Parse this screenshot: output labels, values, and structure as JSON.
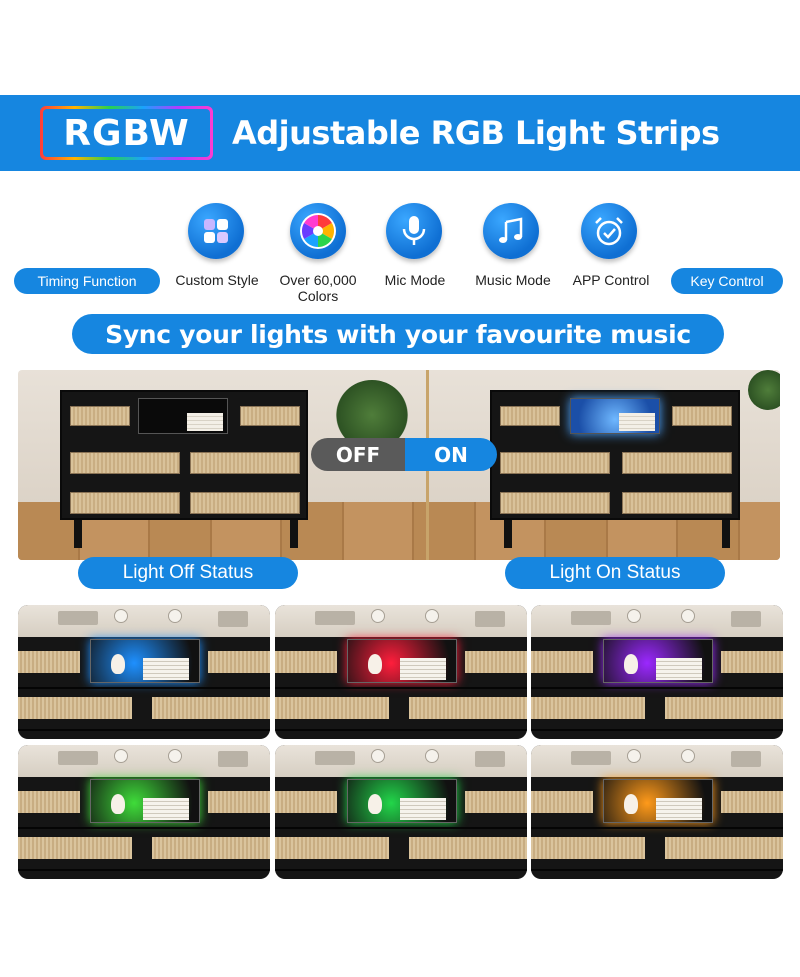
{
  "header": {
    "badge": "RGBW",
    "title": "Adjustable RGB Light Strips"
  },
  "features": [
    {
      "label": "Timing Function",
      "style": "pill"
    },
    {
      "label": "Custom Style",
      "icon": "palette-grid-icon"
    },
    {
      "label": "Over 60,000 Colors",
      "icon": "color-wheel-icon"
    },
    {
      "label": "Mic Mode",
      "icon": "microphone-icon"
    },
    {
      "label": "Music Mode",
      "icon": "music-note-icon"
    },
    {
      "label": "APP Control",
      "icon": "alarm-clock-icon"
    },
    {
      "label": "Key Control",
      "style": "pill"
    }
  ],
  "feature_lines": {
    "custom_style": "Custom Style",
    "colors_line1": "Over 60,000",
    "colors_line2": "Colors",
    "mic": "Mic Mode",
    "music": "Music Mode",
    "app": "APP Control",
    "timing": "Timing Function",
    "key": "Key Control"
  },
  "sync_banner": "Sync your lights with your favourite music",
  "toggle": {
    "off": "OFF",
    "on": "ON"
  },
  "status": {
    "off": "Light Off Status",
    "on": "Light On Status"
  },
  "variants": [
    {
      "color": "#1e90ff"
    },
    {
      "color": "#ff1e3c"
    },
    {
      "color": "#9b28ff"
    },
    {
      "color": "#3fdc3a"
    },
    {
      "color": "#22d64a"
    },
    {
      "color": "#ff9a1a"
    }
  ],
  "colors": {
    "brand_blue": "#1686e0",
    "off_gray": "#5a5a5a"
  }
}
